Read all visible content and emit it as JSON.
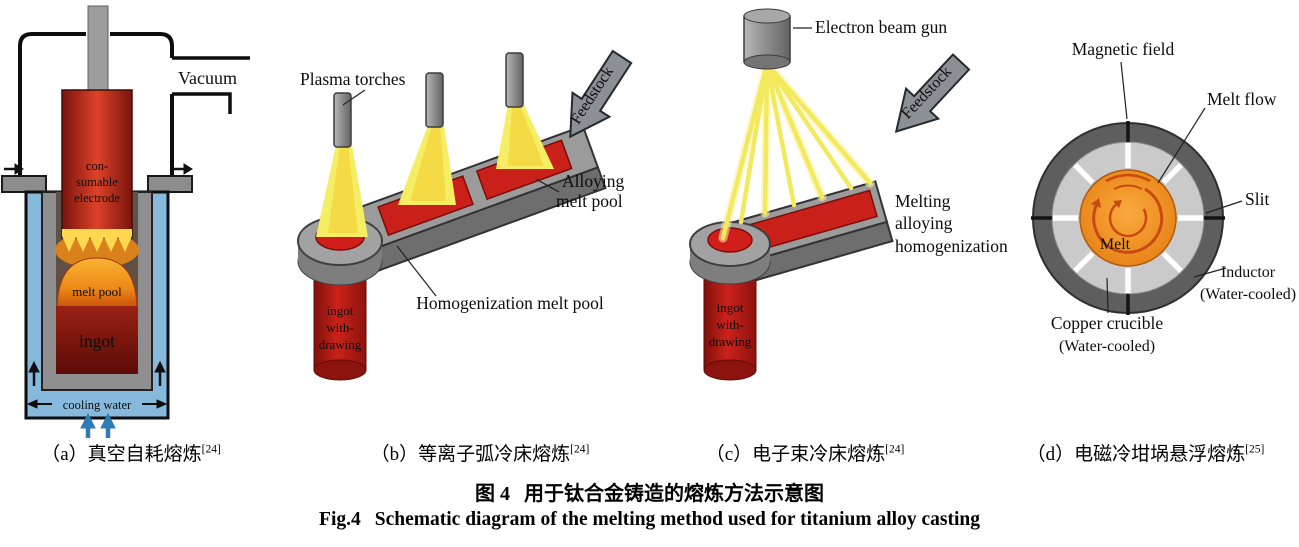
{
  "panel_a": {
    "vacuum": "Vacuum",
    "electrode_line1": "con-",
    "electrode_line2": "sumable",
    "electrode_line3": "electrode",
    "melt_pool": "melt pool",
    "ingot": "ingot",
    "cooling_water": "cooling water",
    "caption": "（a）真空自耗熔炼",
    "caption_ref": "[24]"
  },
  "panel_b": {
    "plasma_torches": "Plasma torches",
    "feedstock": "Feedstock",
    "alloying_line1": "Alloying",
    "alloying_line2": "melt pool",
    "homogenization": "Homogenization melt pool",
    "ingot_line1": "ingot",
    "ingot_line2": "with-",
    "ingot_line3": "drawing",
    "caption": "（b）等离子弧冷床熔炼",
    "caption_ref": "[24]"
  },
  "panel_c": {
    "gun": "Electron beam gun",
    "feedstock": "Feedstock",
    "process_line1": "Melting",
    "process_line2": "alloying",
    "process_line3": "homogenization",
    "ingot_line1": "ingot",
    "ingot_line2": "with-",
    "ingot_line3": "drawing",
    "caption": "（c）电子束冷床熔炼",
    "caption_ref": "[24]"
  },
  "panel_d": {
    "magnetic_field": "Magnetic field",
    "melt_flow": "Melt flow",
    "slit": "Slit",
    "melt": "Melt",
    "inductor_line1": "Inductor",
    "inductor_line2": "(Water-cooled)",
    "crucible_line1": "Copper crucible",
    "crucible_line2": "(Water-cooled)",
    "caption": "（d）电磁冷坩埚悬浮熔炼",
    "caption_ref": "[25]"
  },
  "figure_caption": {
    "zh_label": "图 4",
    "zh_text": "用于钛合金铸造的熔炼方法示意图",
    "en_label": "Fig.4",
    "en_text": "Schematic diagram of the melting method used for titanium alloy casting"
  },
  "colors": {
    "melt_red": "#c92019",
    "melt_orange": "#ee8a18",
    "metal_gray": "#9b9b9b",
    "water_blue": "#86b9dc",
    "beam_yellow": "#f2e95c",
    "ingot_red": "#c41f18",
    "inductor_gray": "#5e5e5e",
    "crucible_gray": "#cacaca",
    "melt_core_orange": "#f9aa3e"
  }
}
